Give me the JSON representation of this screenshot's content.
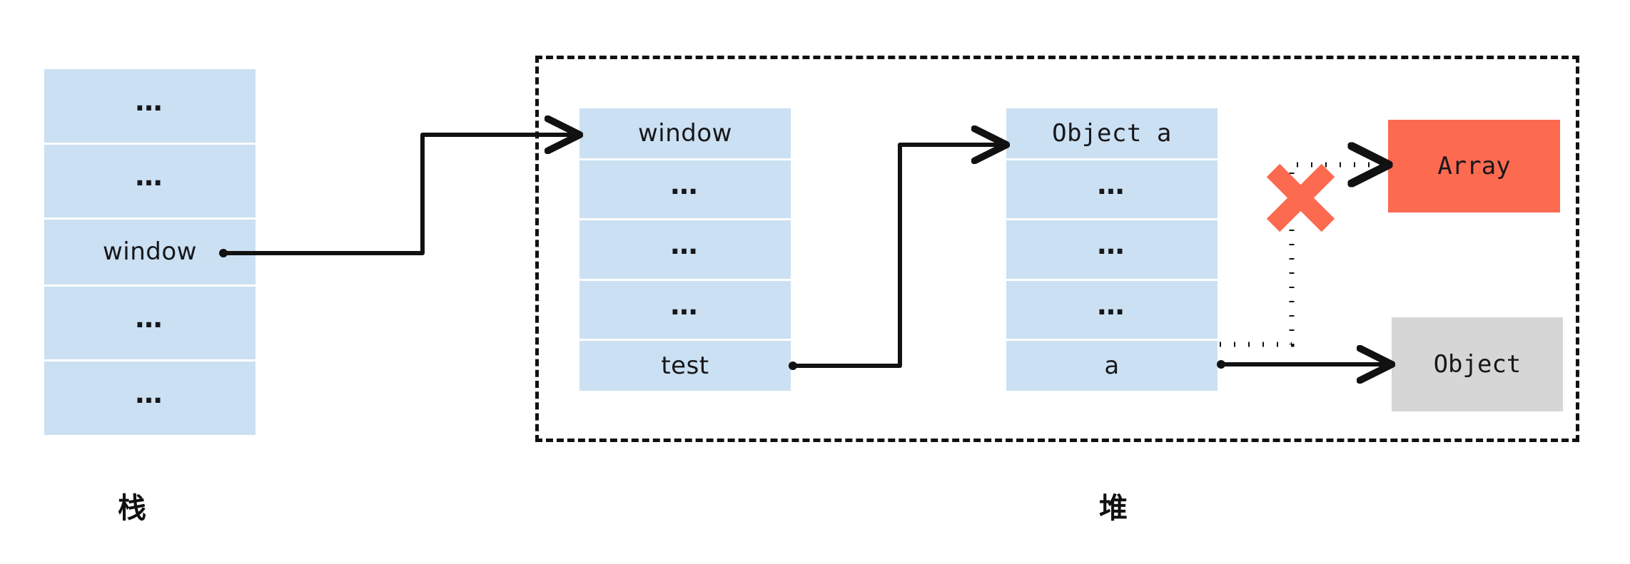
{
  "diagram": {
    "title": "JavaScript stack and heap memory reference diagram",
    "colors": {
      "cell_fill": "#cbe0f2",
      "array_fill": "#fc6a50",
      "object_fill": "#d6d6d6",
      "x_mark": "#fc6a50",
      "stroke": "#111111",
      "background": "#ffffff"
    }
  },
  "stack": {
    "caption": "栈",
    "rows": [
      {
        "label": "…",
        "kind": "ellipsis"
      },
      {
        "label": "…",
        "kind": "ellipsis"
      },
      {
        "label": "window",
        "kind": "value"
      },
      {
        "label": "…",
        "kind": "ellipsis"
      },
      {
        "label": "…",
        "kind": "ellipsis"
      }
    ]
  },
  "heap": {
    "caption": "堆",
    "window_frame": {
      "name": "window-frame",
      "rows": [
        {
          "label": "window",
          "kind": "value"
        },
        {
          "label": "…",
          "kind": "ellipsis"
        },
        {
          "label": "…",
          "kind": "ellipsis"
        },
        {
          "label": "…",
          "kind": "ellipsis"
        },
        {
          "label": "test",
          "kind": "value"
        }
      ]
    },
    "object_a_frame": {
      "name": "object-a-frame",
      "rows": [
        {
          "label": "Object a",
          "kind": "value"
        },
        {
          "label": "…",
          "kind": "ellipsis"
        },
        {
          "label": "…",
          "kind": "ellipsis"
        },
        {
          "label": "…",
          "kind": "ellipsis"
        },
        {
          "label": "a",
          "kind": "value"
        }
      ]
    },
    "array_box": {
      "label": "Array"
    },
    "object_box": {
      "label": "Object"
    }
  },
  "annotations": {
    "x_mark": "✕",
    "x_mark_meaning": "broken-reference"
  },
  "edges": [
    {
      "name": "stack-window-to-heap-window",
      "from": "stack.window",
      "to": "heap.window_frame",
      "style": "solid"
    },
    {
      "name": "heap-test-to-object-a",
      "from": "heap.window_frame.test",
      "to": "heap.object_a_frame",
      "style": "solid"
    },
    {
      "name": "object-a-a-to-array",
      "from": "heap.object_a_frame.a",
      "to": "heap.array_box",
      "style": "dotted"
    },
    {
      "name": "object-a-a-to-object",
      "from": "heap.object_a_frame.a",
      "to": "heap.object_box",
      "style": "solid"
    }
  ]
}
